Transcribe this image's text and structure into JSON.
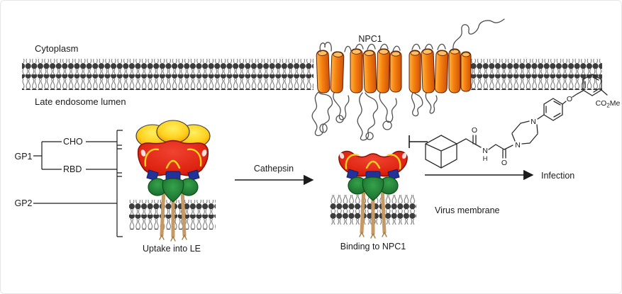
{
  "labels": {
    "cytoplasm": "Cytoplasm",
    "late_endosome_lumen": "Late endosome lumen",
    "npc1": "NPC1",
    "gp1": "GP1",
    "cho": "CHO",
    "rbd": "RBD",
    "gp2": "GP2",
    "uptake": "Uptake into LE",
    "cathepsin": "Cathepsin",
    "binding": "Binding to NPC1",
    "virus_membrane": "Virus membrane",
    "infection": "Infection"
  },
  "molecule": {
    "carbonyl_o1": "O",
    "amide_n": "N",
    "amide_h": "H",
    "carbonyl_o2": "O",
    "piperazine_n1": "N",
    "piperazine_n2": "N",
    "ether_o": "O",
    "ester_co": "CO",
    "ester_sub": "2",
    "ester_me": "Me"
  },
  "colors": {
    "lipid_head": "#3d3d3d",
    "npc1_orange": "#f1770f",
    "gp1_red": "#da2413",
    "glycan_yellow": "#ffd21f",
    "gp2_green": "#1f8a34",
    "fusion_loop_blue": "#23319b",
    "stalk_tan": "#c59a66"
  }
}
